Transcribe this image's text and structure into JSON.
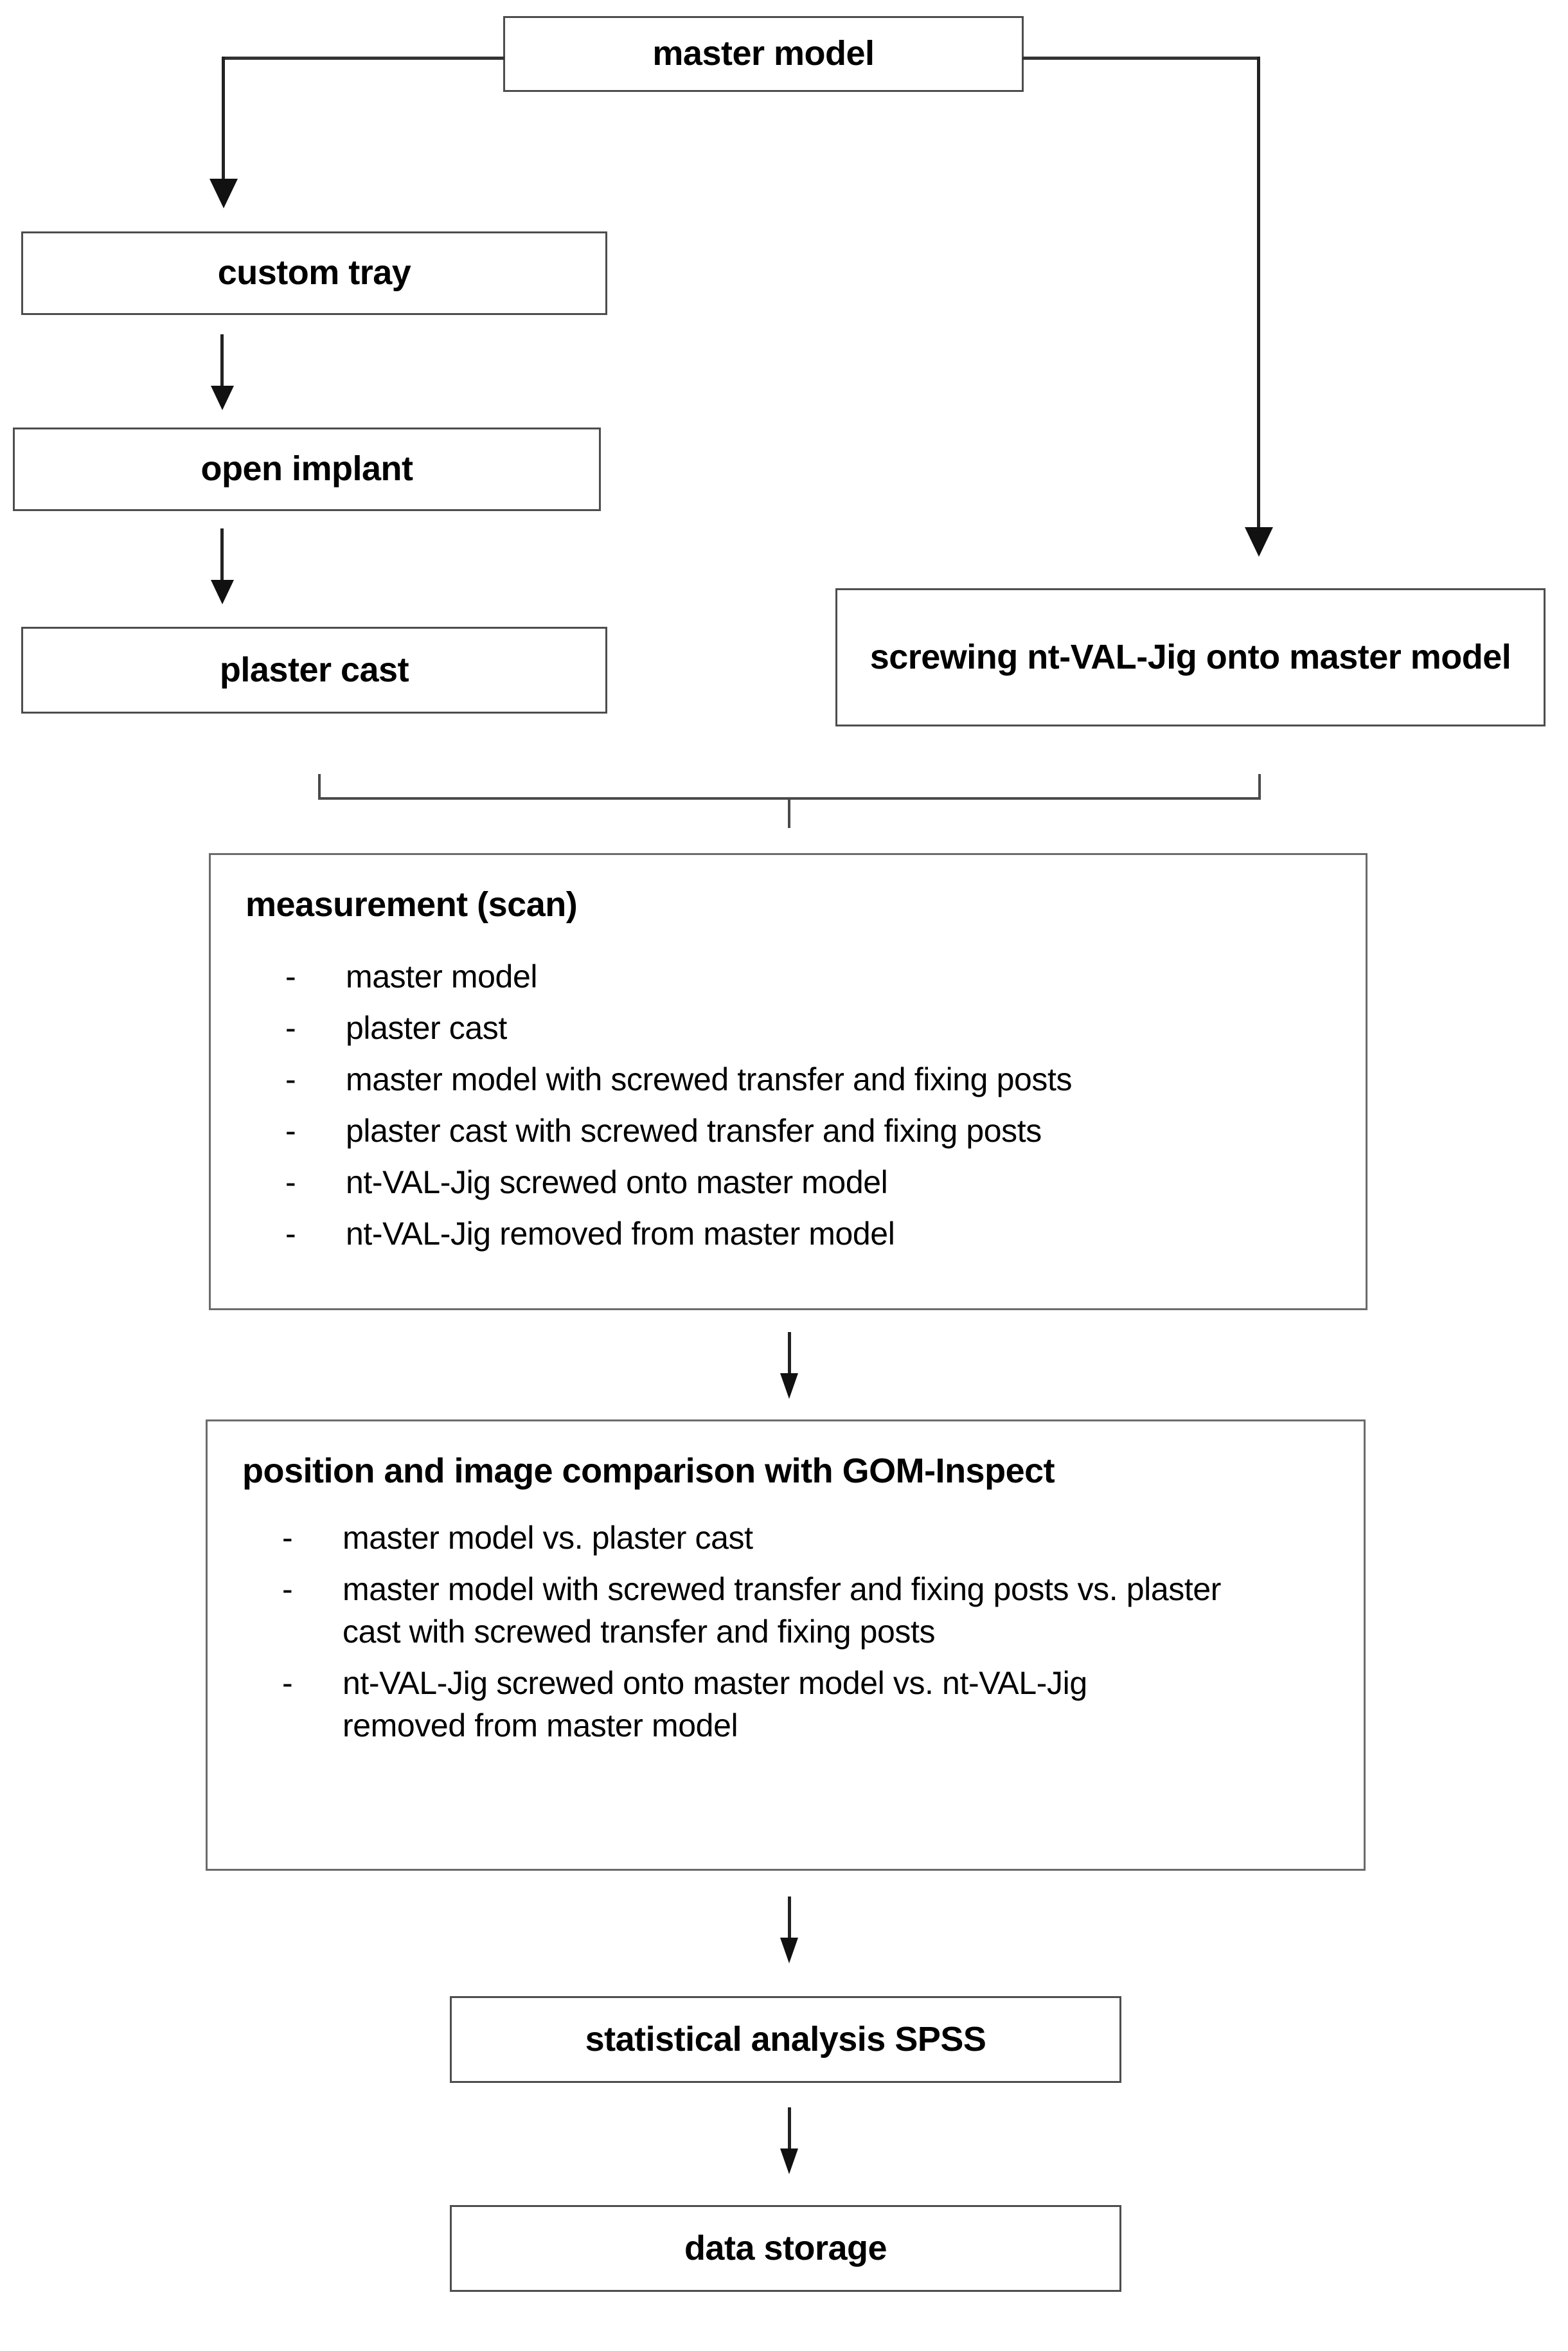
{
  "diagram": {
    "title": "experimental workflow flowchart",
    "colors": {
      "background": "#ffffff",
      "box_border": "#4d4d4d",
      "panel_border": "#6b6b6b",
      "connector": "#333333",
      "text": "#000000"
    }
  },
  "nodes": {
    "master_model": "master model",
    "custom_tray": "custom tray",
    "open_implant": "open implant",
    "plaster_cast": "plaster cast",
    "screwing_jig": "screwing nt-VAL-Jig onto master model",
    "statistical_analysis": "statistical analysis SPSS",
    "data_storage": "data storage"
  },
  "measurement_panel": {
    "title": "measurement (scan)",
    "bullet": "-",
    "items": [
      "master model",
      "plaster cast",
      "master model with screwed transfer and fixing posts",
      "plaster cast with screwed transfer and fixing posts",
      "nt-VAL-Jig screwed onto master model",
      "nt-VAL-Jig removed from master model"
    ]
  },
  "comparison_panel": {
    "title": "position and image comparison with GOM-Inspect",
    "bullet": "-",
    "items": [
      "master model vs. plaster cast",
      "master model with screwed transfer and fixing posts vs. plaster cast with screwed transfer and fixing posts",
      "nt-VAL-Jig screwed onto master model vs. nt-VAL-Jig removed from master model"
    ]
  }
}
